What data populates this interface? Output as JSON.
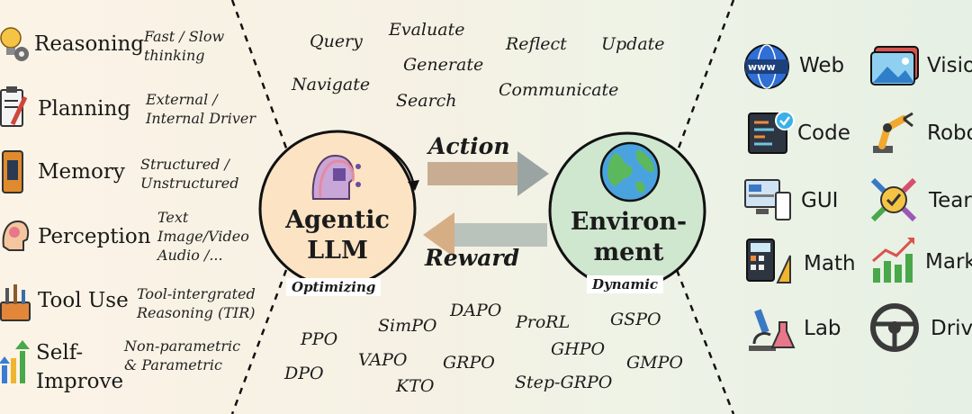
{
  "capabilities": [
    {
      "label": "Reasoning",
      "desc": "Fast / Slow\nthinking"
    },
    {
      "label": "Planning",
      "desc": "External /\nInternal Driver"
    },
    {
      "label": "Memory",
      "desc": "Structured /\nUnstructured"
    },
    {
      "label": "Perception",
      "desc": "Text\nImage/Video\nAudio /..."
    },
    {
      "label": "Tool Use",
      "desc": "Tool-intergrated\nReasoning (TIR)"
    },
    {
      "label": "Self-\nImprove",
      "desc": "Non-parametric\n& Parametric"
    }
  ],
  "actions": [
    "Query",
    "Evaluate",
    "Reflect",
    "Update",
    "Generate",
    "Navigate",
    "Search",
    "Communicate"
  ],
  "core": {
    "agent_title": "Agentic\nLLM",
    "agent_tag": "Optimizing",
    "env_title": "Environ-\nment",
    "env_tag": "Dynamic",
    "action_label": "Action",
    "reward_label": "Reward"
  },
  "algorithms": [
    "DAPO",
    "SimPO",
    "ProRL",
    "GSPO",
    "PPO",
    "GHPO",
    "VAPO",
    "GRPO",
    "GMPO",
    "DPO",
    "KTO",
    "Step-GRPO"
  ],
  "environments": [
    {
      "label": "Web",
      "icon": "globe-www-icon"
    },
    {
      "label": "Visio",
      "icon": "image-gallery-icon"
    },
    {
      "label": "Code",
      "icon": "code-editor-icon"
    },
    {
      "label": "Robo",
      "icon": "robot-arm-icon"
    },
    {
      "label": "GUI",
      "icon": "gui-devices-icon"
    },
    {
      "label": "Tear",
      "icon": "team-handshake-icon"
    },
    {
      "label": "Math",
      "icon": "calculator-icon"
    },
    {
      "label": "Mark",
      "icon": "market-chart-icon"
    },
    {
      "label": "Lab",
      "icon": "microscope-icon"
    },
    {
      "label": "Driv",
      "icon": "steering-wheel-icon"
    }
  ],
  "colors": {
    "agent_fill": "#fbe3c4",
    "env_fill": "#cfe6cf",
    "arrow_gray": "#9aa0a0",
    "arrow_tan": "#d9b896"
  }
}
